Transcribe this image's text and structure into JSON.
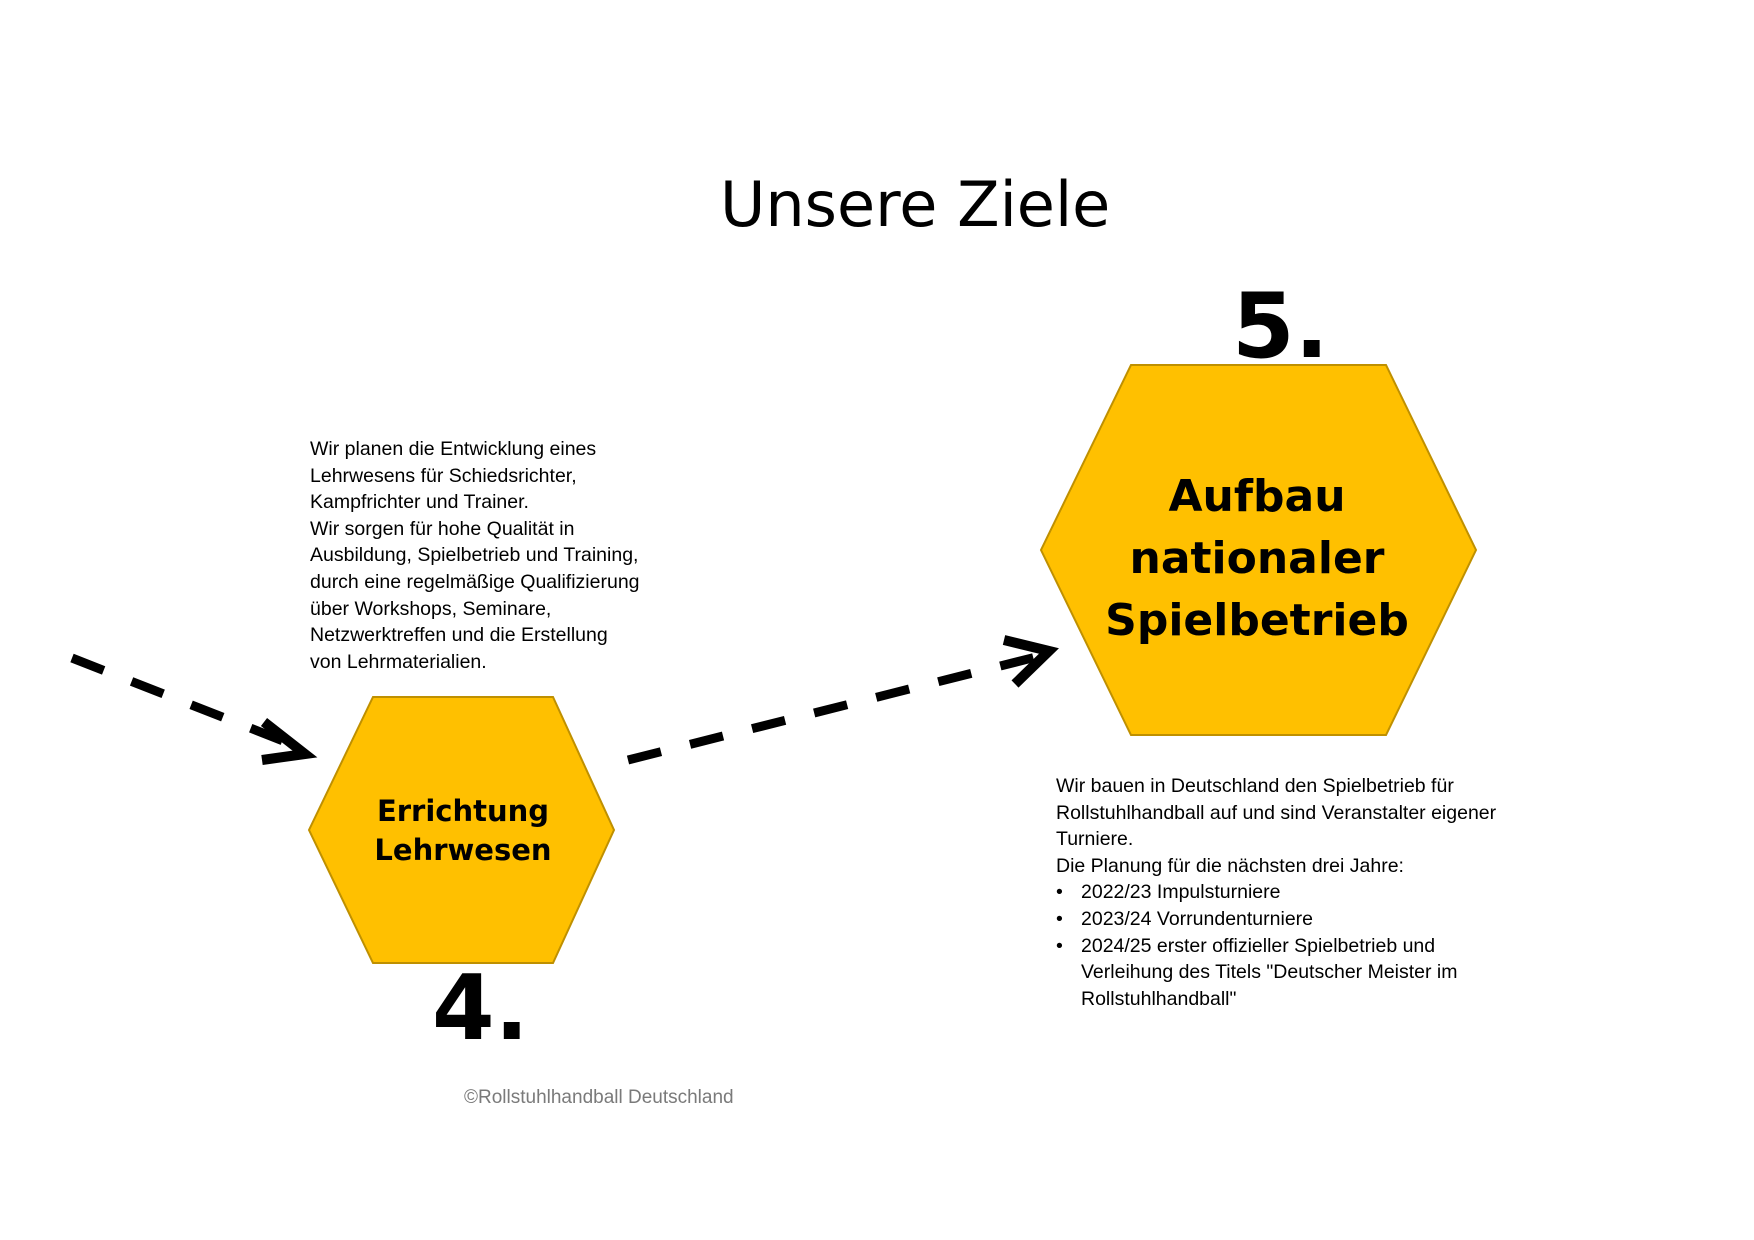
{
  "title": "Unsere Ziele",
  "colors": {
    "hexagon_fill": "#FFC000",
    "hexagon_stroke": "#BF9000",
    "arrow": "#000000"
  },
  "steps": [
    {
      "number": "4.",
      "label_lines": [
        "Errichtung",
        "Lehrwesen"
      ],
      "description_lines": [
        "Wir planen die Entwicklung eines",
        "Lehrwesens für Schiedsrichter,",
        "Kampfrichter und Trainer.",
        "Wir sorgen für hohe Qualität in",
        "Ausbildung, Spielbetrieb und Training,",
        "durch eine regelmäßige Qualifizierung",
        "über Workshops, Seminare,",
        "Netzwerktreffen und die Erstellung",
        "von Lehrmaterialien."
      ]
    },
    {
      "number": "5.",
      "label_lines": [
        "Aufbau",
        "nationaler",
        "Spielbetrieb"
      ],
      "description_lines": [
        "Wir bauen in Deutschland den Spielbetrieb für",
        "Rollstuhlhandball auf und sind Veranstalter eigener",
        "Turniere.",
        "Die Planung für die nächsten drei Jahre:"
      ],
      "plan_items": [
        [
          "2022/23 Impulsturniere"
        ],
        [
          "2023/24 Vorrundenturniere"
        ],
        [
          "2024/25 erster offizieller Spielbetrieb und",
          "Verleihung des Titels \"Deutscher Meister im",
          "Rollstuhlhandball\""
        ]
      ]
    }
  ],
  "copyright": "©Rollstuhlhandball Deutschland"
}
